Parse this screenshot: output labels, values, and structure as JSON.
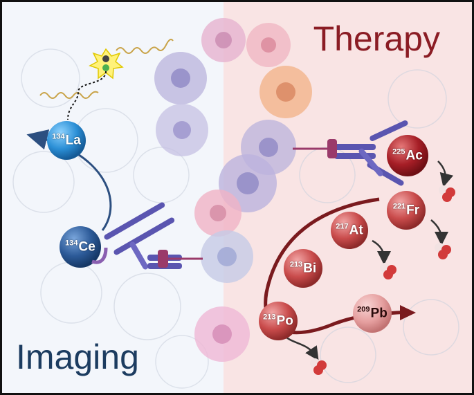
{
  "titles": {
    "therapy": "Therapy",
    "imaging": "Imaging"
  },
  "isotopes": {
    "la134": {
      "mass": "134",
      "symbol": "La"
    },
    "ce134": {
      "mass": "134",
      "symbol": "Ce"
    },
    "ac225": {
      "mass": "225",
      "symbol": "Ac"
    },
    "fr221": {
      "mass": "221",
      "symbol": "Fr"
    },
    "at217": {
      "mass": "217",
      "symbol": "At"
    },
    "bi213": {
      "mass": "213",
      "symbol": "Bi"
    },
    "po213": {
      "mass": "213",
      "symbol": "Po"
    },
    "pb209": {
      "mass": "209",
      "symbol": "Pb"
    }
  },
  "colors": {
    "imaging_text": "#1c3c60",
    "therapy_text": "#8b1c24",
    "la_sphere": "#2b8fd6",
    "ce_sphere": "#2c5a98",
    "ac_sphere": "#a61e26",
    "decay_sphere": "#c94b4b",
    "pb_sphere": "#e6a0a0",
    "antibody": "#5a55b0",
    "linker": "#9a3a6a",
    "decay_path": "#7a1a1e",
    "alpha_particle": "#d23a3a"
  },
  "icons": [
    "antibody-icon",
    "gamma-photon-icon",
    "alpha-particle-icon",
    "tumor-cell-icon"
  ]
}
